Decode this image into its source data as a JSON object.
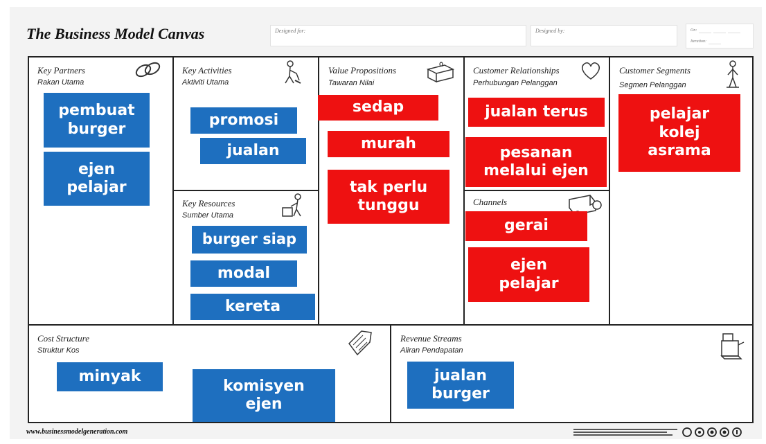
{
  "header": {
    "title": "The Business Model Canvas",
    "designed_for": "Designed for:",
    "designed_by": "Designed by:",
    "on_label": "On:",
    "iteration_label": "Iteration:"
  },
  "blocks": {
    "key_partners": {
      "title": "Key Partners",
      "subtitle": "Rakan Utama"
    },
    "key_activities": {
      "title": "Key Activities",
      "subtitle": "Aktiviti Utama"
    },
    "key_resources": {
      "title": "Key Resources",
      "subtitle": "Sumber Utama"
    },
    "value_propositions": {
      "title": "Value Propositions",
      "subtitle": "Tawaran Nilai"
    },
    "customer_relationships": {
      "title": "Customer Relationships",
      "subtitle": "Perhubungan Pelanggan"
    },
    "channels": {
      "title": "Channels",
      "subtitle": ""
    },
    "customer_segments": {
      "title": "Customer Segments",
      "subtitle": "Segmen Pelanggan"
    },
    "cost_structure": {
      "title": "Cost Structure",
      "subtitle": "Struktur Kos"
    },
    "revenue_streams": {
      "title": "Revenue Streams",
      "subtitle": "Aliran Pendapatan"
    }
  },
  "notes": {
    "kp1": "pembuat\nburger",
    "kp2": "ejen\npelajar",
    "ka1": "promosi",
    "ka2": "jualan",
    "kr1": "burger siap",
    "kr2": "modal",
    "kr3": "kereta",
    "vp1": "sedap",
    "vp2": "murah",
    "vp3": "tak perlu\ntunggu",
    "cr1": "jualan terus",
    "cr2": "pesanan\nmelalui ejen",
    "ch1": "gerai",
    "ch2": "ejen\npelajar",
    "cs1": "pelajar\nkolej\nasrama",
    "cost1": "minyak",
    "cost2": "komisyen\nejen",
    "rev1": "jualan\nburger"
  },
  "colors": {
    "blue_note": "#1e6fbf",
    "red_note": "#ee1111",
    "frame": "#222222"
  },
  "footer": {
    "url": "www.businessmodelgeneration.com"
  }
}
